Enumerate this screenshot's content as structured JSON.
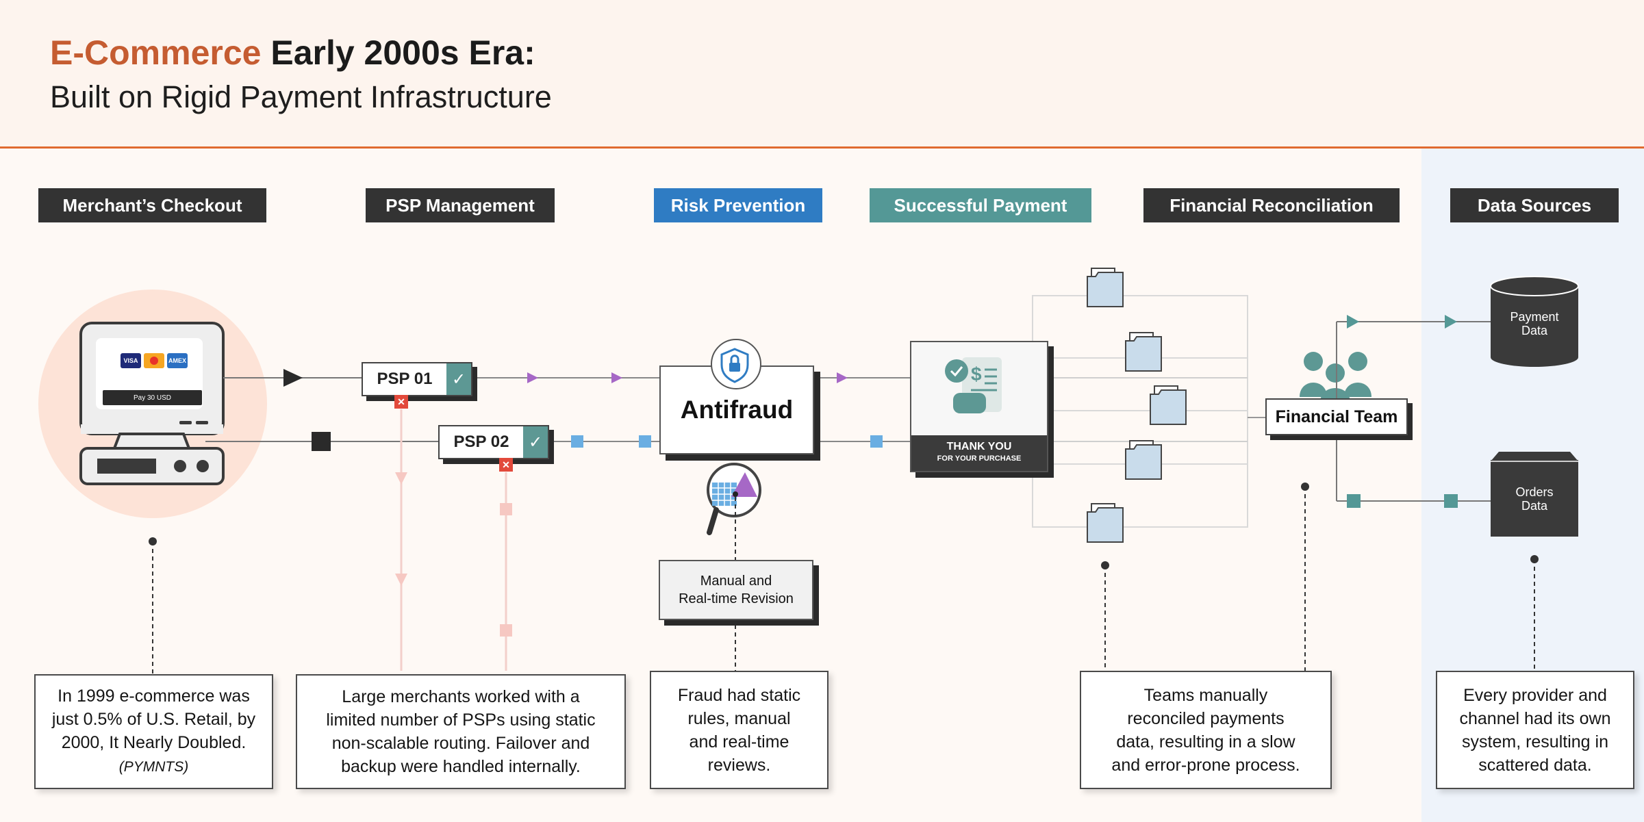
{
  "header": {
    "title_accent": "E-Commerce",
    "title_rest": " Early 2000s Era:",
    "subtitle": "Built on Rigid Payment Infrastructure"
  },
  "stages": [
    {
      "label": "Merchant’s Checkout"
    },
    {
      "label": "PSP Management"
    },
    {
      "label": "Risk Prevention"
    },
    {
      "label": "Successful Payment"
    },
    {
      "label": "Financial Reconciliation"
    },
    {
      "label": "Data Sources"
    }
  ],
  "checkout": {
    "card_logos": [
      "VISA",
      "AMEX"
    ],
    "pay_button": "Pay 30 USD"
  },
  "psp": {
    "psp1": "PSP 01",
    "psp2": "PSP 02"
  },
  "risk": {
    "antifraud": "Antifraud",
    "revision_line1": "Manual and",
    "revision_line2": "Real-time Revision"
  },
  "payment": {
    "thank_you": "THANK YOU",
    "for_purchase": "FOR YOUR PURCHASE"
  },
  "reconciliation": {
    "financial_team": "Financial Team"
  },
  "datasources": {
    "payment_data_line1": "Payment",
    "payment_data_line2": "Data",
    "orders_data_line1": "Orders",
    "orders_data_line2": "Data"
  },
  "notes": {
    "checkout": [
      "In 1999 e-commerce was",
      "just 0.5% of U.S. Retail, by",
      "2000, It Nearly Doubled."
    ],
    "checkout_source": "(PYMNTS)",
    "psp": [
      "Large merchants worked with a",
      "limited number of PSPs using static",
      "non-scalable routing. Failover and",
      "backup were handled internally."
    ],
    "risk": [
      "Fraud had static",
      "rules, manual",
      "and real-time",
      "reviews."
    ],
    "reconciliation": [
      "Teams manually",
      "reconciled payments",
      "data, resulting in a slow",
      "and error-prone process."
    ],
    "datasources": [
      "Every provider and",
      "channel had its own",
      "system, resulting in",
      "scattered data."
    ]
  },
  "colors": {
    "accent_orange": "#c55c31",
    "rule_orange": "#e06a2f",
    "risk_blue": "#2f7cc3",
    "success_teal": "#549896",
    "dark_label": "#333333",
    "purple_arrow": "#a668c6",
    "blue_square": "#6aaee2",
    "fail_pink": "#f6c8c2"
  },
  "icons": [
    "monitor-icon",
    "shield-lock-icon",
    "magnifier-icon",
    "receipt-icon",
    "folder-icon",
    "team-icon",
    "database-icon",
    "box-icon",
    "check-icon",
    "close-icon"
  ]
}
